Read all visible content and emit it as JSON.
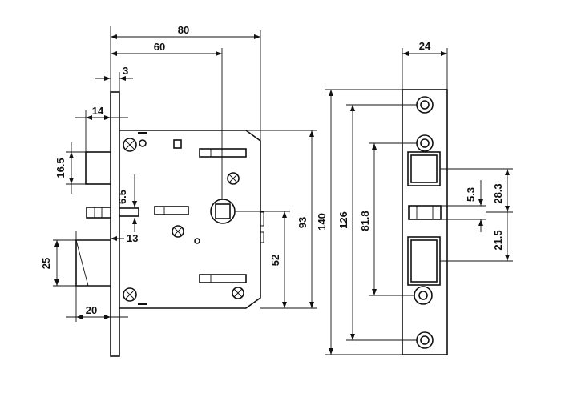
{
  "drawing": {
    "dimensions_mm": {
      "overall_width": "80",
      "backset": "60",
      "faceplate_thickness": "3",
      "deadbolt_projection": "14",
      "deadbolt_height": "16.5",
      "lever_offset": "6.5",
      "latch_projection": "13",
      "latch_height": "25",
      "latch_width": "20",
      "case_height": "93",
      "spindle_height": "52",
      "faceplate_length": "140",
      "screw_spacing": "126",
      "strike_spacing": "81.8",
      "faceplate_width": "24",
      "aux_height": "5.3",
      "upper_offset": "28.3",
      "lower_offset": "21.5"
    },
    "parts": [
      "lock-body",
      "faceplate-side",
      "faceplate-front",
      "deadbolt",
      "latch-bolt",
      "spindle-hub"
    ]
  }
}
